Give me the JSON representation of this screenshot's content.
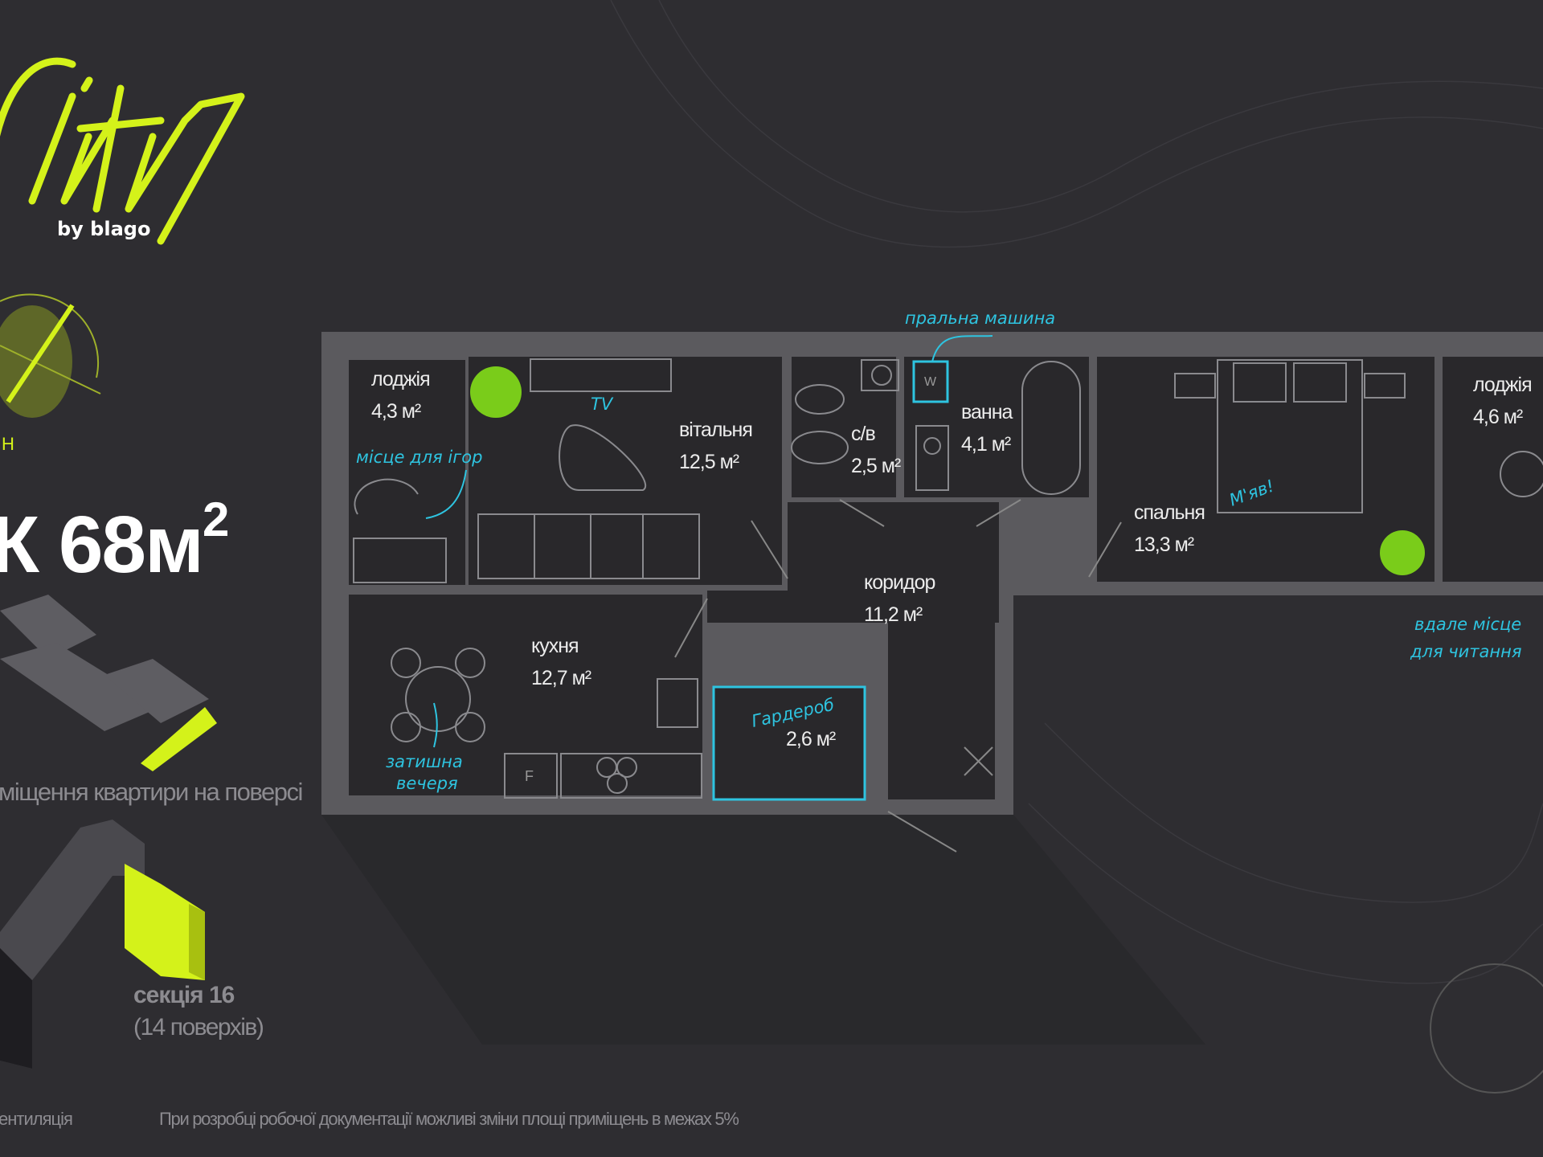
{
  "brand": {
    "logo_text": "City",
    "tagline": "by blago"
  },
  "colors": {
    "accent": "#d4f21a",
    "annotation": "#2ec4e0",
    "background": "#2e2d31",
    "wall": "#5b5a5e"
  },
  "compass_letter": "Н",
  "apartment": {
    "title": "К 68м",
    "sup": "2"
  },
  "floor_position_label": "міщення квартири на поверсі",
  "section": {
    "name": "секція 16",
    "floors": "(14 поверхів)"
  },
  "legend_ventilation": "ентиляція",
  "disclaimer": "При розробці робочої документації можливі зміни площі приміщень в межах 5%",
  "rooms": [
    {
      "name": "лоджія",
      "area": "4,3 м²"
    },
    {
      "name": "вітальня",
      "area": "12,5 м²"
    },
    {
      "name": "с/в",
      "area": "2,5 м²"
    },
    {
      "name": "ванна",
      "area": "4,1 м²"
    },
    {
      "name": "спальня",
      "area": "13,3 м²"
    },
    {
      "name": "лоджія",
      "area": "4,6 м²"
    },
    {
      "name": "коридор",
      "area": "11,2 м²"
    },
    {
      "name": "кухня",
      "area": "12,7 м²"
    },
    {
      "name": "Гардероб",
      "area": "2,6 м²"
    }
  ],
  "notes": {
    "washer": "пральна машина",
    "games": "місце для ігор",
    "tv": "TV",
    "meow": "М'яв!",
    "reading_1": "вдале місце",
    "reading_2": "для читання",
    "dinner_1": "затишна",
    "dinner_2": "вечеря"
  },
  "appliances": {
    "fridge": "F",
    "washer": "W"
  }
}
